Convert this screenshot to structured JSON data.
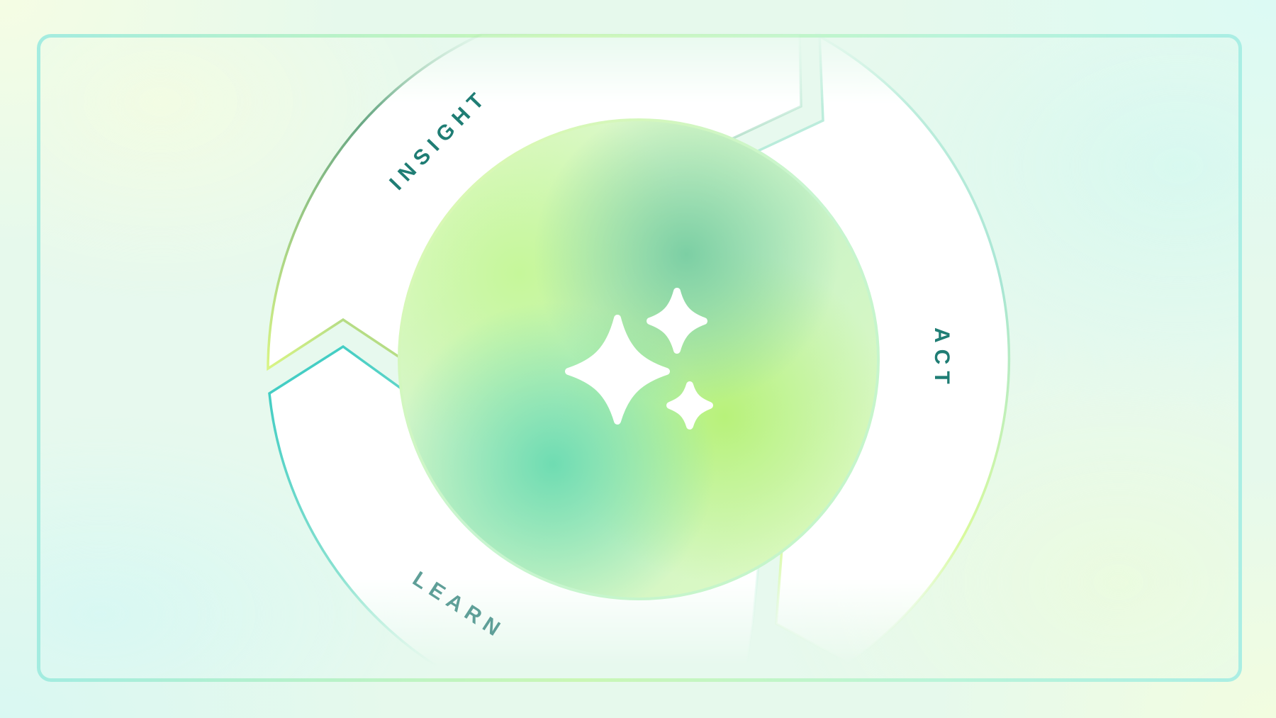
{
  "diagram": {
    "labels": {
      "insight": "INSIGHT",
      "act": "ACT",
      "learn": "LEARN"
    },
    "center_icon": "sparkles-icon",
    "colors": {
      "label_teal": "#1f7d74",
      "label_learn": "#5f9f98",
      "ring_fill": "#ffffff",
      "lime": "#bff58e",
      "mint": "#7fdcc0",
      "teal_stroke": "#45cfc6"
    }
  }
}
